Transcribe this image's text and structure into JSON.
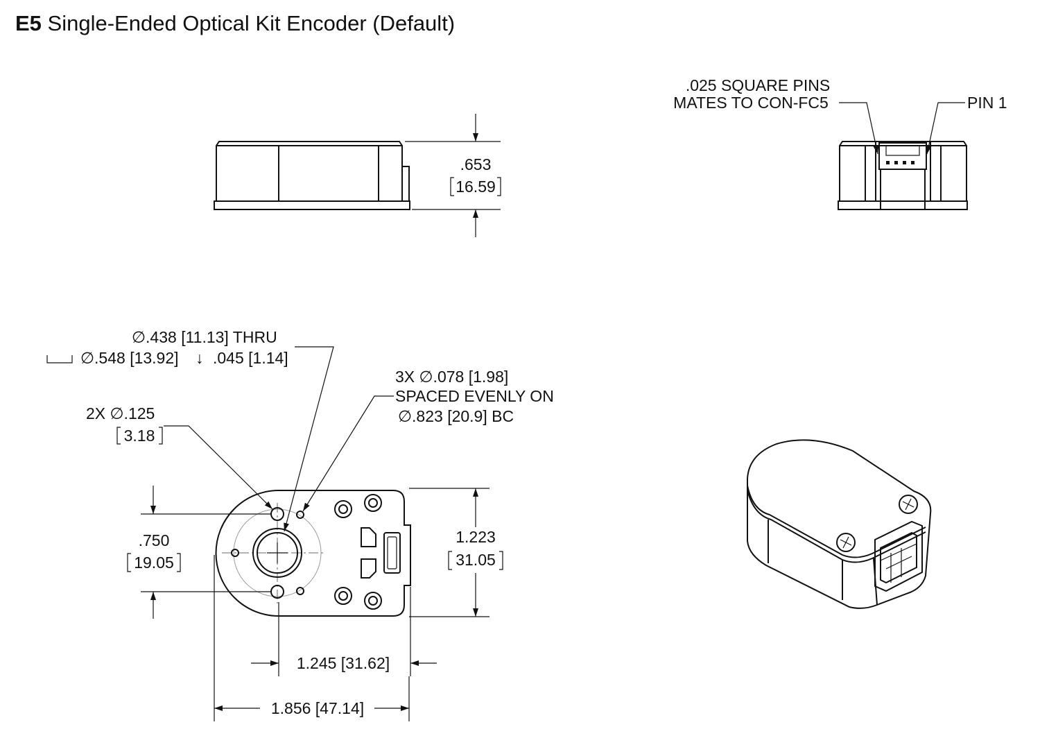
{
  "title": {
    "prefix": "E5",
    "text": "Single-Ended Optical Kit Encoder (Default)"
  },
  "side_view": {
    "height_in": ".653",
    "height_mm": "16.59"
  },
  "end_view": {
    "pins_line1": ".025 SQUARE PINS",
    "pins_line2": "MATES TO CON-FC5",
    "pin1": "PIN 1"
  },
  "top_view": {
    "bore_thru": "∅.438 [11.13] THRU",
    "cbore_dia": "∅.548 [13.92]",
    "cbore_depth_symbol": "↓",
    "cbore_depth": ".045 [1.14]",
    "holes_line1": "3X  ∅.078 [1.98]",
    "holes_line2": "SPACED EVENLY ON",
    "holes_line3": "∅.823 [20.9] BC",
    "mount_holes_in": "2X  ∅.125",
    "mount_holes_mm": "3.18",
    "hole_spacing_in": ".750",
    "hole_spacing_mm": "19.05",
    "height_in": "1.223",
    "height_mm": "31.05",
    "offset_dim": "1.245 [31.62]",
    "width_dim": "1.856 [47.14]"
  },
  "icons": {
    "iso_view": "encoder-isometric-icon",
    "arrowheads": "arrow-icon"
  }
}
